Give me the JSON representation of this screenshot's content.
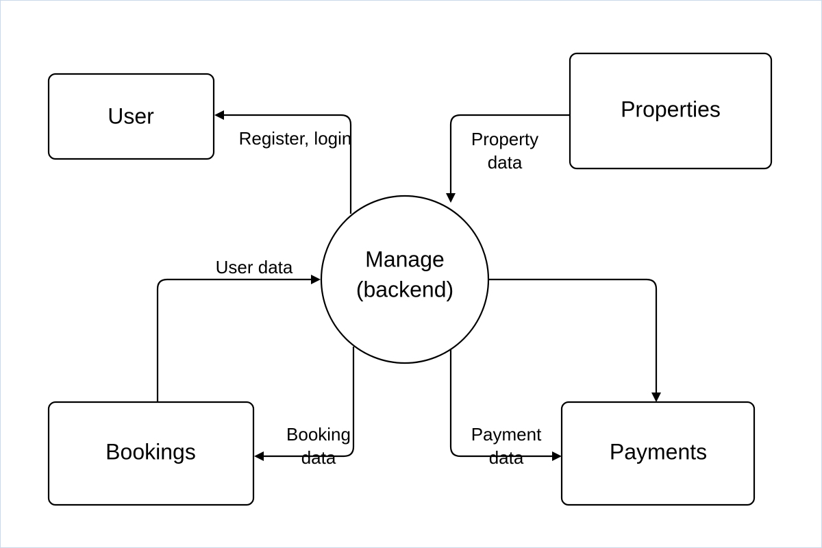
{
  "nodes": {
    "user": "User",
    "properties": "Properties",
    "manage_line1": "Manage",
    "manage_line2": "(backend)",
    "bookings": "Bookings",
    "payments": "Payments"
  },
  "edges": {
    "register_login": "Register, login",
    "property_line1": "Property",
    "property_line2": "data",
    "user_data": "User data",
    "booking_line1": "Booking",
    "booking_line2": "data",
    "payment_line1": "Payment",
    "payment_line2": "data"
  },
  "colors": {
    "stroke": "#000000",
    "background": "#ffffff",
    "frame_border": "#c9d9ea"
  }
}
